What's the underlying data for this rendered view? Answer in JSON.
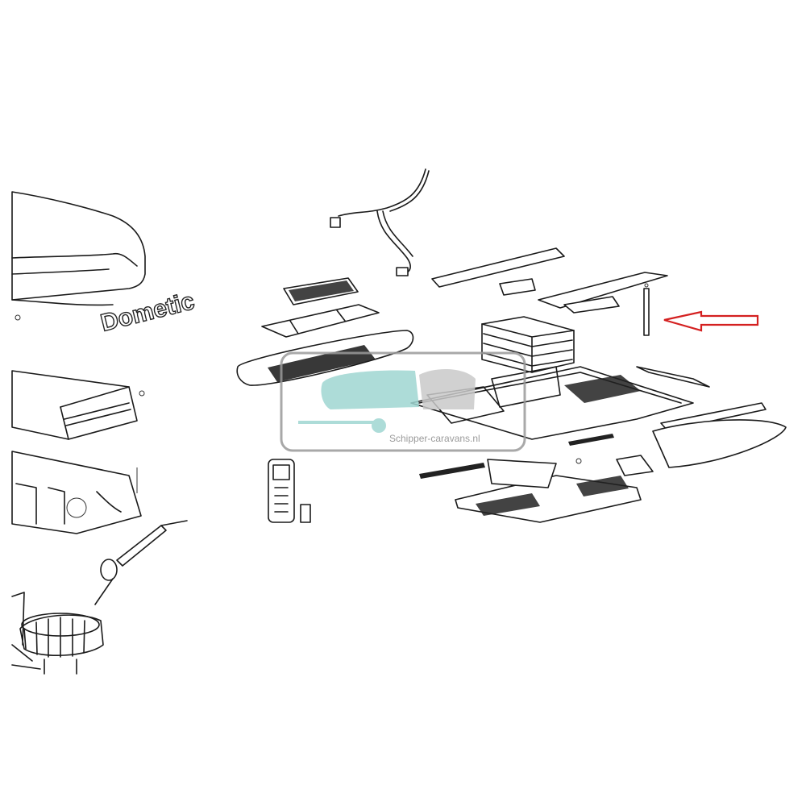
{
  "brand_label": "Dometic",
  "watermark": {
    "text": "Schipper-caravans.nl",
    "logo_color": "#9fd6d2",
    "frame_color": "#9a9a9a"
  },
  "highlight": {
    "arrow_color": "#d42020",
    "arrow_icon": "left-arrow-icon",
    "points_to": "heater-rod"
  },
  "line_color": "#1a1a1a"
}
